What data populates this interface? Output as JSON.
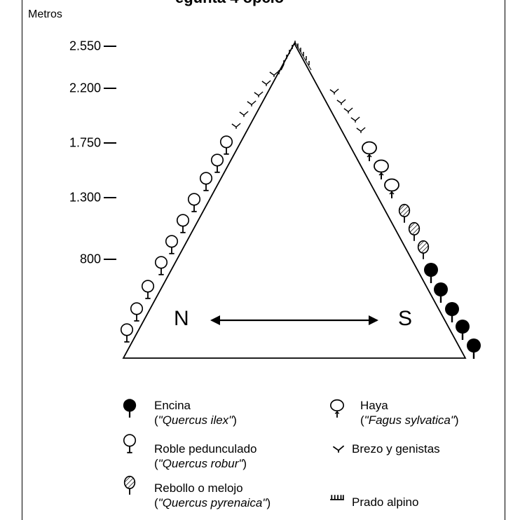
{
  "title_fragment": "egunta 4 opcio",
  "y_axis": {
    "unit": "Metros",
    "ticks": [
      "2.550",
      "2.200",
      "1.750",
      "1.300",
      "800"
    ]
  },
  "directions": {
    "north": "N",
    "south": "S"
  },
  "legend": [
    {
      "name": "Encina",
      "scientific": "\"Quercus ilex\"",
      "icon": "evergreen-oak-icon"
    },
    {
      "name": "Roble pedunculado",
      "scientific": "\"Quercus robur\"",
      "icon": "pedunculate-oak-icon"
    },
    {
      "name": "Rebollo o melojo",
      "scientific": "\"Quercus pyrenaica\"",
      "icon": "pyrenean-oak-icon"
    },
    {
      "name": "Haya",
      "scientific": "\"Fagus sylvatica\"",
      "icon": "beech-icon"
    },
    {
      "name": "Brezo y genistas",
      "icon": "heather-icon"
    },
    {
      "name": "Prado alpino",
      "icon": "alpine-meadow-icon"
    }
  ],
  "colors": {
    "ink": "#000000",
    "background": "#ffffff"
  }
}
